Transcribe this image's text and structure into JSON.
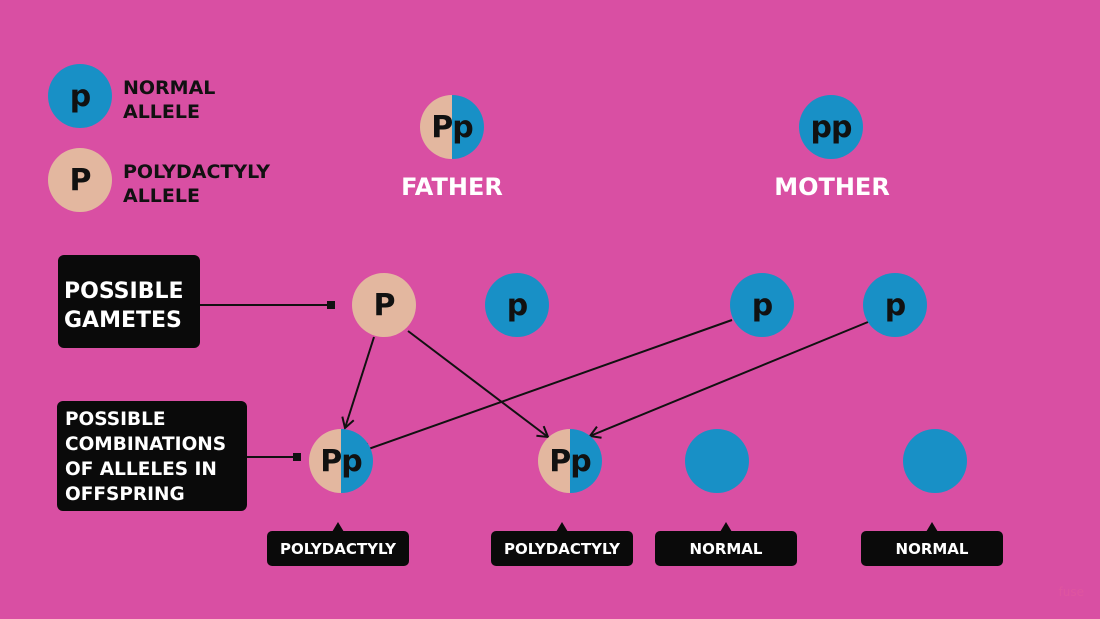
{
  "legend": {
    "normal": {
      "symbol": "p",
      "line1": "NORMAL",
      "line2": "ALLELE"
    },
    "polydactyly": {
      "symbol": "P",
      "line1": "POLYDACTYLY",
      "line2": "ALLELE"
    }
  },
  "parents": {
    "father": {
      "genotype": "Pp",
      "label": "FATHER"
    },
    "mother": {
      "genotype": "pp",
      "label": "MOTHER"
    }
  },
  "gametes_label": {
    "line1": "POSSIBLE",
    "line2": "GAMETES"
  },
  "combinations_label": {
    "line1": "POSSIBLE",
    "line2": "COMBINATIONS",
    "line3": "OF ALLELES IN",
    "line4": "OFFSPRING"
  },
  "gametes": [
    "P",
    "p",
    "p",
    "p"
  ],
  "offspring": [
    {
      "genotype": "Pp",
      "label": "POLYDACTYLY"
    },
    {
      "genotype": "Pp",
      "label": "POLYDACTYLY"
    },
    {
      "genotype": "",
      "label": "NORMAL"
    },
    {
      "genotype": "",
      "label": "NORMAL"
    }
  ],
  "logo": "fuse",
  "colors": {
    "background": "#d94fa3",
    "normal": "#1890c6",
    "polydactyly": "#e3b79f"
  }
}
